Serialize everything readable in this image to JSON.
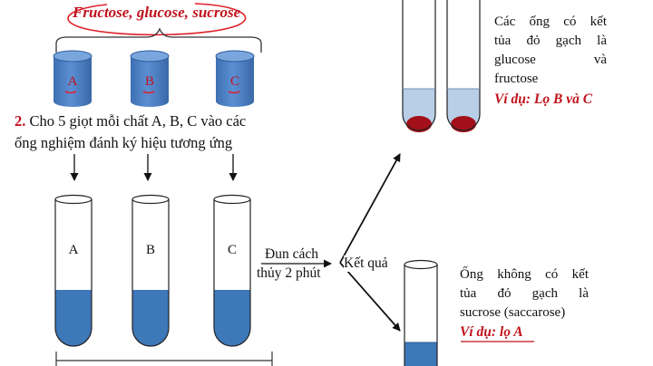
{
  "sugars_heading": "Fructose, glucose, sucrose",
  "jars": [
    {
      "label": "A"
    },
    {
      "label": "B"
    },
    {
      "label": "C"
    }
  ],
  "step2": {
    "number": "2.",
    "line1": " Cho 5 giọt mỗi chất A, B, C vào các",
    "line2": "ống nghiệm đánh ký hiệu tương ứng"
  },
  "tubes": [
    {
      "label": "A"
    },
    {
      "label": "B"
    },
    {
      "label": "C"
    }
  ],
  "heating": {
    "line1": "Đun cách",
    "line2": "thủy 2 phút"
  },
  "result_label": "Kết quả",
  "positive_result": {
    "line1": "Các ống có kết",
    "line2": "tủa đỏ gạch là",
    "line3": "glucose và",
    "line4": "fructose",
    "example": "Ví dụ: Lọ B và C"
  },
  "negative_result": {
    "line1": "Ống không có kết",
    "line2": "tủa đỏ gạch là",
    "line3": "sucrose (saccarose)",
    "example": "Ví dụ: lọ A"
  },
  "colors": {
    "jar_blue": "#4f81c7",
    "liquid_blue": "#3d78b8",
    "light_blue": "#b9cfe8",
    "brick_red": "#a3101a",
    "annotation_red": "#e0202a",
    "label_red": "#c0121c"
  }
}
